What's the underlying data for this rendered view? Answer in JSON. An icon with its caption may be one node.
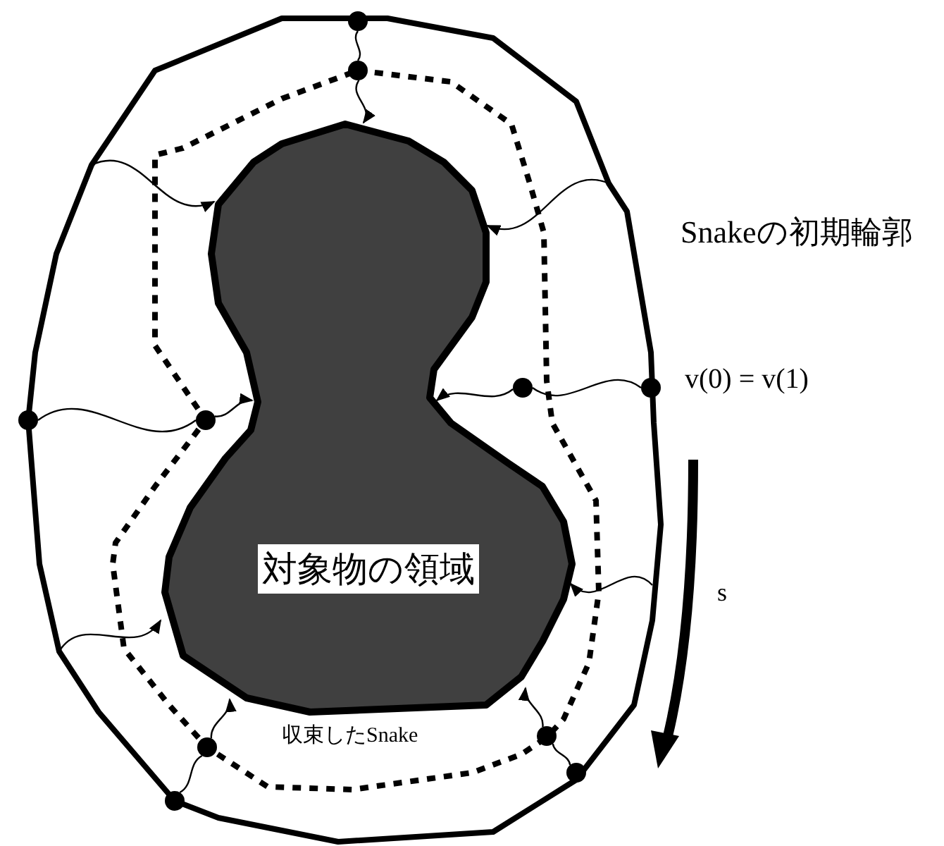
{
  "diagram": {
    "nodes": [
      {
        "text": [
          "対象物の領域"
        ]
      },
      {
        "text": [],
        "shape": "circle"
      },
      {
        "text": [],
        "shape": "circle"
      },
      {
        "text": [],
        "shape": "circle"
      },
      {
        "text": [],
        "shape": "circle",
        "beside": [
          "v(0) = v(1)"
        ]
      },
      {
        "text": [],
        "shape": "circle"
      },
      {
        "text": [],
        "shape": "circle"
      },
      {
        "text": [],
        "shape": "circle"
      },
      {
        "text": [],
        "shape": "circle"
      },
      {
        "text": [],
        "shape": "circle"
      },
      {
        "text": [],
        "shape": "circle"
      }
    ],
    "edges": [
      {
        "from": 1,
        "to": 2,
        "arrow": "none"
      },
      {
        "from": 2,
        "to": 0,
        "arrow": "to"
      },
      {
        "from": 5,
        "to": 6,
        "arrow": "none"
      },
      {
        "from": 6,
        "to": 0,
        "arrow": "to"
      },
      {
        "from": 4,
        "to": 3,
        "arrow": "none"
      },
      {
        "from": 3,
        "to": 0,
        "arrow": "to"
      },
      {
        "from": 10,
        "to": 8,
        "arrow": "none"
      },
      {
        "from": 8,
        "to": 0,
        "arrow": "to"
      },
      {
        "from": 9,
        "to": 7,
        "arrow": "none"
      },
      {
        "from": 7,
        "to": 0,
        "arrow": "to"
      },
      {
        "from": null,
        "to": 0,
        "arrow": "to"
      },
      {
        "from": null,
        "to": 0,
        "arrow": "to"
      },
      {
        "from": null,
        "to": 0,
        "arrow": "to"
      },
      {
        "from": null,
        "to": 0,
        "arrow": "to"
      }
    ],
    "labels": [
      "Snakeの初期輪郭",
      "s",
      "収束したSnake"
    ]
  }
}
